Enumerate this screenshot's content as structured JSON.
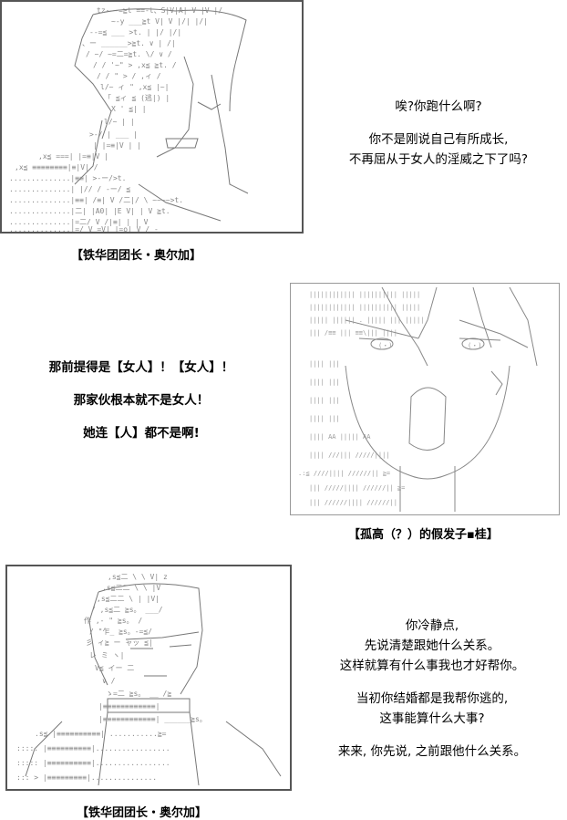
{
  "panel1": {
    "caption": "【铁华团团长・奥尔加】",
    "dialog": [
      [
        "唉?你跑什么啊?"
      ],
      [
        "你不是刚说自己有所成长,",
        "不再屈从于女人的淫威之下了吗?"
      ]
    ]
  },
  "panel2": {
    "caption": "【孤高（？）的假发子▪桂】",
    "dialog": [
      [
        "那前提得是【女人】！【女人】！"
      ],
      [
        "那家伙根本就不是女人！"
      ],
      [
        "她连【人】都不是啊!"
      ]
    ]
  },
  "panel3": {
    "caption": "【铁华团团长・奥尔加】",
    "dialog": [
      [
        "你冷静点,",
        "先说清楚跟她什么关系。",
        "这样就算有什么事我也才好帮你。"
      ],
      [
        "当初你结婚都是我帮你逃的,",
        "这事能算什么大事?"
      ],
      [
        "来来, 你先说, 之前跟他什么关系。"
      ]
    ]
  }
}
